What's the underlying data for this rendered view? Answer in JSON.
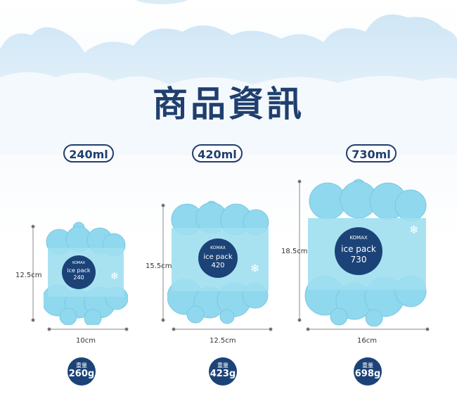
{
  "title": "商品資訊",
  "products": [
    {
      "volume": "240ml",
      "height": "12.5cm",
      "width": "10cm",
      "weight_label": "重量",
      "weight": "260g",
      "brand": "KOMAX",
      "pack_name": "ice pack",
      "pack_size": "240"
    },
    {
      "volume": "420ml",
      "height": "15.5cm",
      "width": "12.5cm",
      "weight_label": "重量",
      "weight": "423g",
      "brand": "KOMAX",
      "pack_name": "ice pack",
      "pack_size": "420"
    },
    {
      "volume": "730ml",
      "height": "18.5cm",
      "width": "16cm",
      "weight_label": "重量",
      "weight": "698g",
      "brand": "KOMAX",
      "pack_name": "ice pack",
      "pack_size": "730"
    }
  ],
  "colors": {
    "navy": "#1f3f6e",
    "ice": "#8fd8ee",
    "badge": "#1c4377"
  }
}
